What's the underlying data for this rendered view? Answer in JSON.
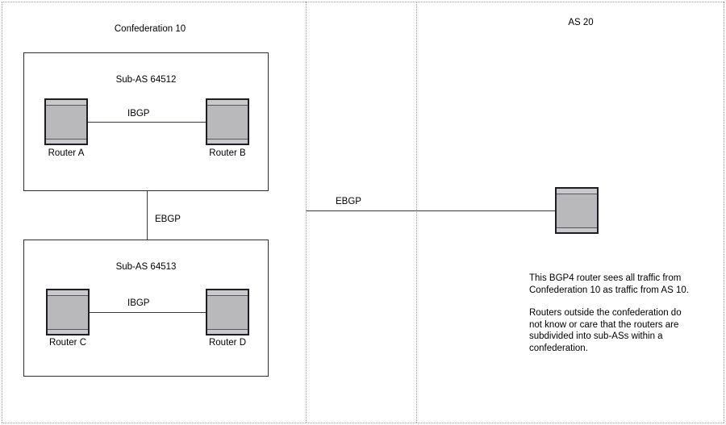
{
  "diagram": {
    "regions": {
      "confederation": {
        "caption": "Confederation 10"
      },
      "as20": {
        "caption": "AS 20"
      }
    },
    "sub_as": [
      {
        "title": "Sub-AS 64512",
        "link_label": "IBGP",
        "routers": [
          {
            "label": "Router A"
          },
          {
            "label": "Router B"
          }
        ]
      },
      {
        "title": "Sub-AS 64513",
        "link_label": "IBGP",
        "routers": [
          {
            "label": "Router C"
          },
          {
            "label": "Router D"
          }
        ]
      }
    ],
    "links": {
      "internal_ebgp_label": "EBGP",
      "external_ebgp_label": "EBGP"
    },
    "notes": [
      "This BGP4 router sees all traffic from Confederation 10 as traffic from AS 10.",
      "Routers outside the confederation do not know or care that the routers are subdivided into sub-ASs within a confederation."
    ]
  }
}
